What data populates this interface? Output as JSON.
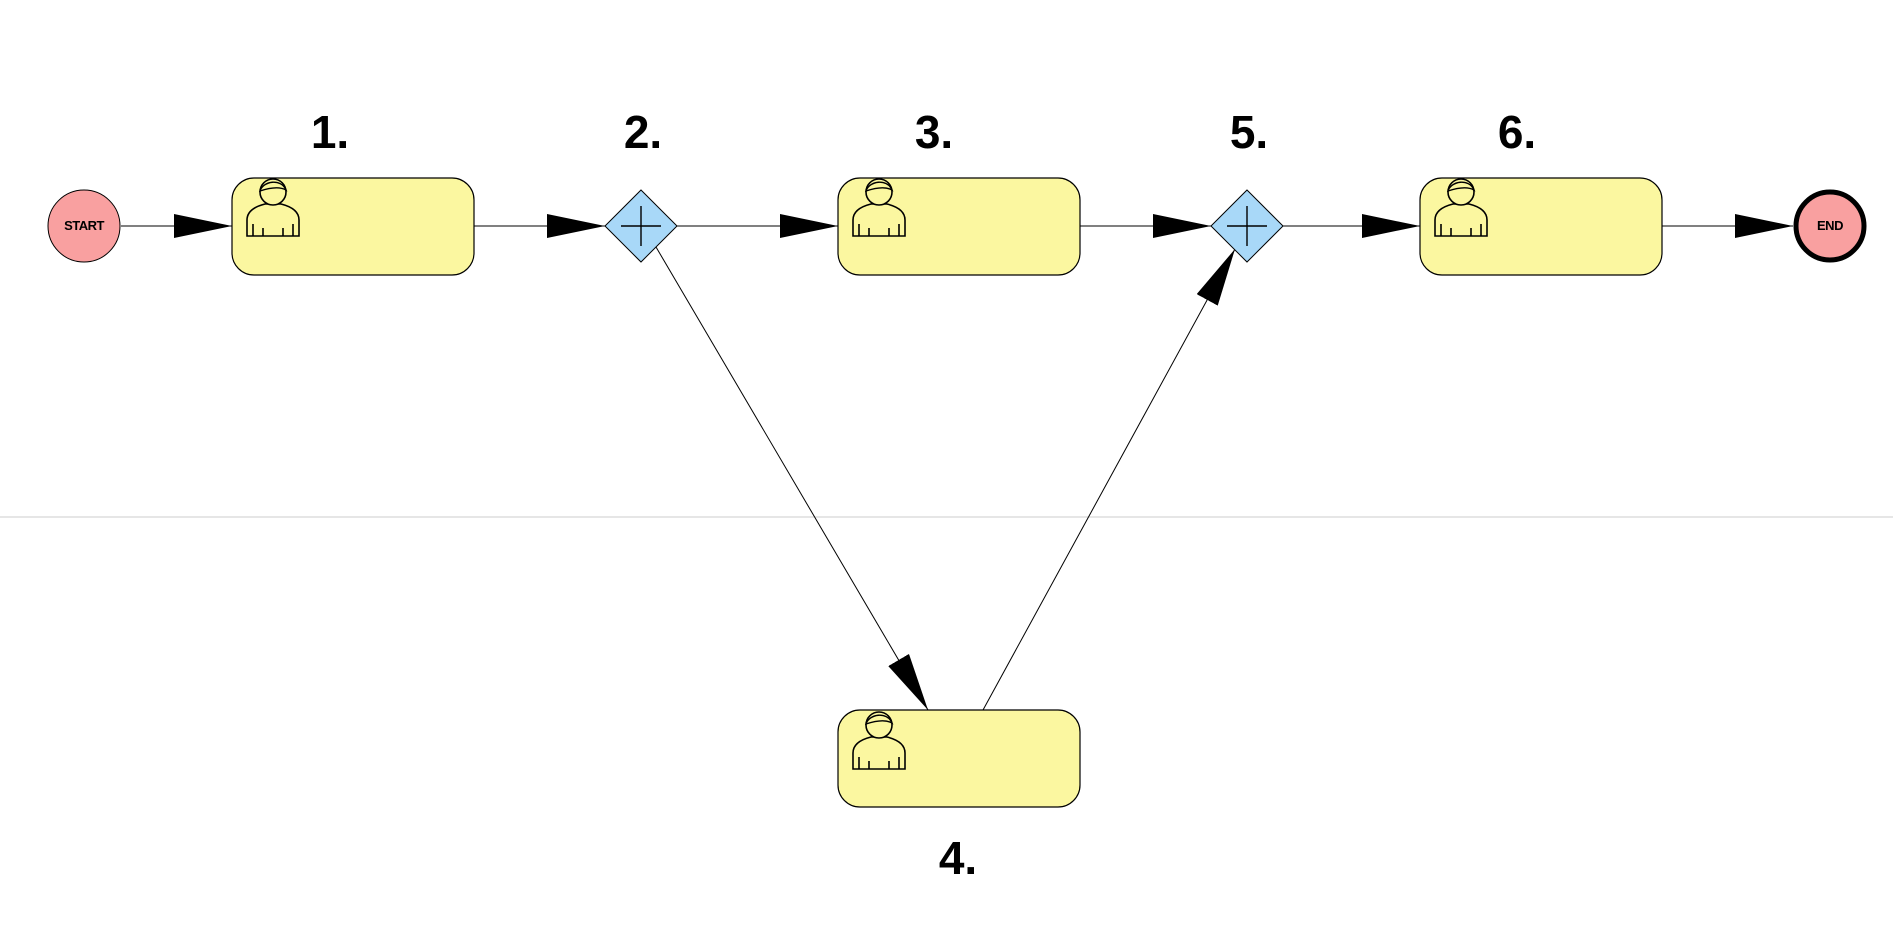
{
  "diagram": {
    "start_event": {
      "label": "START",
      "fill": "#f9a0a0"
    },
    "end_event": {
      "label": "END",
      "fill": "#f9a0a0"
    },
    "task_fill": "#fbf7a0",
    "gateway_fill": "#a8d8f8",
    "step_numbers": {
      "task1": "1.",
      "gateway1": "2.",
      "task3": "3.",
      "task4": "4.",
      "gateway2": "5.",
      "task6": "6."
    }
  }
}
